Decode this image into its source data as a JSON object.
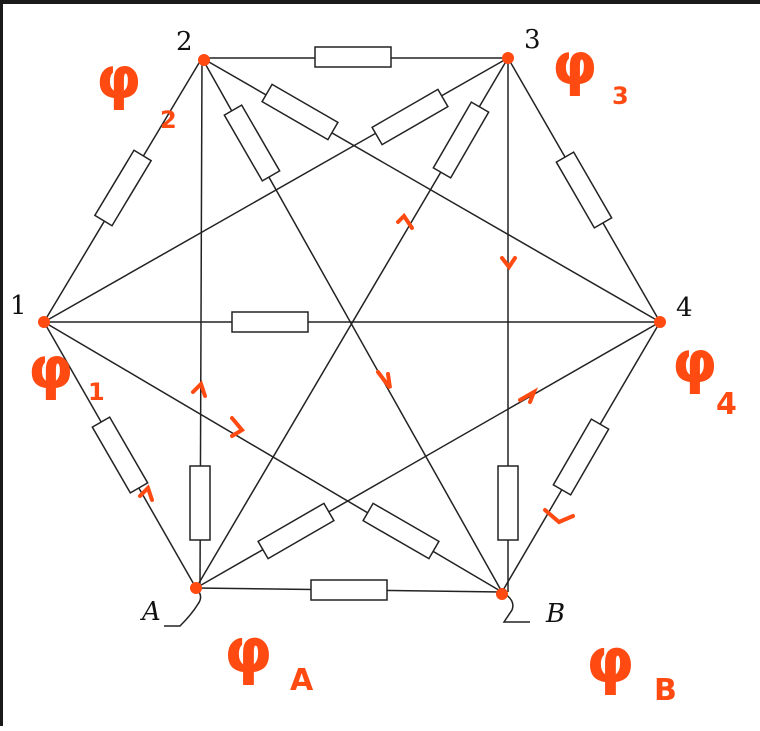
{
  "diagram": {
    "nodes": [
      {
        "id": "1",
        "label": "1",
        "annotation": "φ",
        "sub": "1"
      },
      {
        "id": "2",
        "label": "2",
        "annotation": "φ",
        "sub": "2"
      },
      {
        "id": "3",
        "label": "3",
        "annotation": "φ",
        "sub": "3"
      },
      {
        "id": "4",
        "label": "4",
        "annotation": "φ",
        "sub": "4"
      },
      {
        "id": "A",
        "label": "A",
        "annotation": "φ",
        "sub": "A"
      },
      {
        "id": "B",
        "label": "B",
        "annotation": "φ",
        "sub": "B"
      }
    ],
    "resistor_edges": [
      [
        "1",
        "2"
      ],
      [
        "2",
        "3"
      ],
      [
        "3",
        "4"
      ],
      [
        "4",
        "B"
      ],
      [
        "A",
        "B"
      ],
      [
        "A",
        "1"
      ],
      [
        "1",
        "4"
      ],
      [
        "2",
        "4"
      ],
      [
        "2",
        "B"
      ],
      [
        "3",
        "1"
      ],
      [
        "3",
        "A"
      ],
      [
        "2",
        "A"
      ],
      [
        "3",
        "B"
      ],
      [
        "A",
        "4"
      ],
      [
        "1",
        "B"
      ]
    ],
    "wire_edges": [
      [
        "1",
        "3"
      ],
      [
        "3",
        "A"
      ],
      [
        "2",
        "B"
      ],
      [
        "A",
        "4"
      ]
    ],
    "colors": {
      "line": "#222222",
      "annotation": "#ff4a12",
      "background": "#ffffff"
    }
  }
}
